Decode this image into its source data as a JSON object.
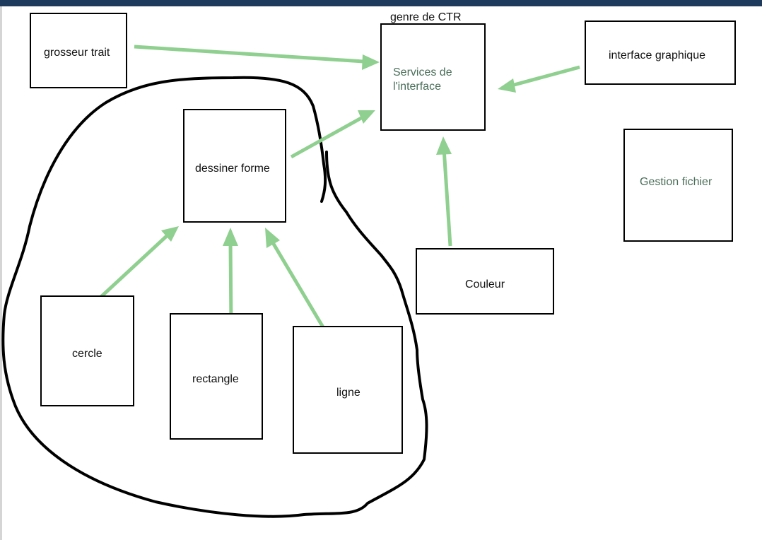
{
  "diagram": {
    "caption": "genre de CTR",
    "nodes": {
      "grosseur_trait": "grosseur trait",
      "services_interface": "Services de l'interface",
      "interface_graphique": "interface graphique",
      "gestion_fichier": "Gestion fichier",
      "dessiner_forme": "dessiner forme",
      "couleur": "Couleur",
      "cercle": "cercle",
      "rectangle": "rectangle",
      "ligne": "ligne"
    },
    "edges": [
      {
        "from": "grosseur trait",
        "to": "Services de l'interface"
      },
      {
        "from": "interface graphique",
        "to": "Services de l'interface"
      },
      {
        "from": "dessiner forme",
        "to": "Services de l'interface"
      },
      {
        "from": "Couleur",
        "to": "Services de l'interface"
      },
      {
        "from": "cercle",
        "to": "dessiner forme"
      },
      {
        "from": "rectangle",
        "to": "dessiner forme"
      },
      {
        "from": "ligne",
        "to": "dessiner forme"
      }
    ],
    "colors": {
      "arrow": "#8fcf8f",
      "border": "#000000",
      "header": "#1e3a5c",
      "highlight_text": "#4a6e5a"
    }
  }
}
